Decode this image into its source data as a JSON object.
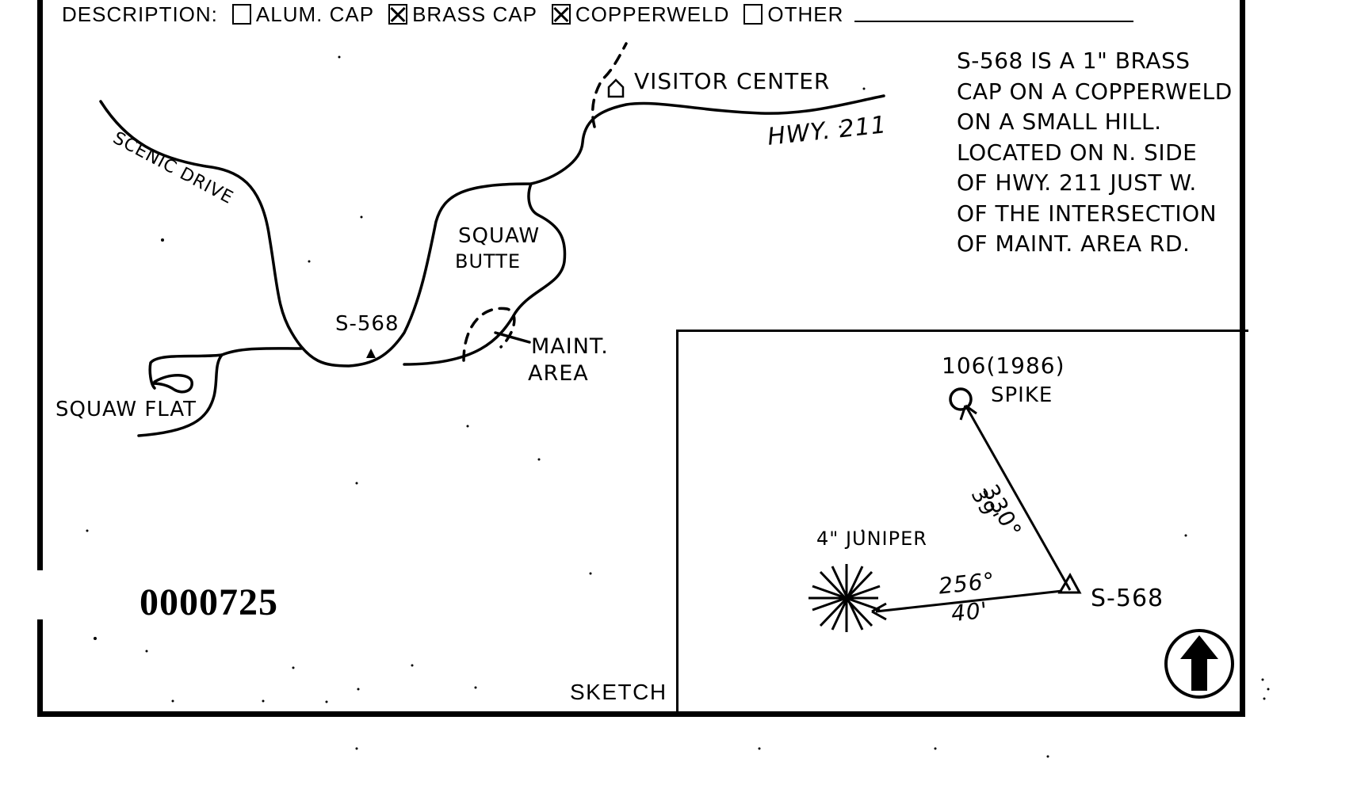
{
  "description": {
    "label": "DESCRIPTION:",
    "options": [
      {
        "label": "ALUM. CAP",
        "checked": false
      },
      {
        "label": "BRASS CAP",
        "checked": true
      },
      {
        "label": "COPPERWELD",
        "checked": true
      },
      {
        "label": "OTHER",
        "checked": false
      }
    ]
  },
  "map_labels": {
    "scenic_drive": "SCENIC DRIVE",
    "visitor_center": "VISITOR CENTER",
    "hwy": "HWY. 211",
    "squaw_butte_1": "SQUAW",
    "squaw_butte_2": "BUTTE",
    "station": "S-568",
    "maint_1": "MAINT.",
    "maint_2": "AREA",
    "squaw_flat": "SQUAW FLAT"
  },
  "note_lines": [
    "S-568 IS A 1\" BRASS",
    "CAP ON A COPPERWELD",
    "ON A SMALL HILL.",
    "LOCATED ON N. SIDE",
    "OF HWY. 211 JUST W.",
    "OF THE INTERSECTION",
    "OF MAINT. AREA RD."
  ],
  "inset": {
    "spike_id": "106(1986)",
    "spike_label": "SPIKE",
    "bearing_1": "330°",
    "distance_1": "39'",
    "juniper_label": "4\" JUNIPER",
    "bearing_2": "256°",
    "distance_2": "40'",
    "station": "S-568"
  },
  "serial_number": "0000725",
  "sketch_label": "SKETCH"
}
